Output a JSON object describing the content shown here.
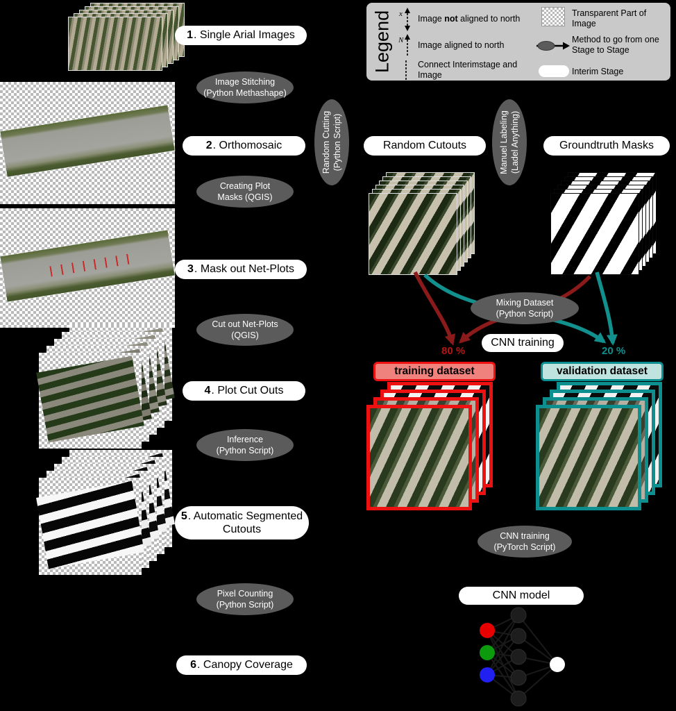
{
  "stages": [
    {
      "num": "1",
      "sep": ". ",
      "title": "Single Arial Images"
    },
    {
      "num": "2",
      "sep": ". ",
      "title": "Orthomosaic"
    },
    {
      "num": "3",
      "sep": ". ",
      "title": "Mask out Net-Plots"
    },
    {
      "num": "4",
      "sep": ". ",
      "title": "Plot Cut Outs"
    },
    {
      "num": "5",
      "sep": ". ",
      "title": "Automatic Segmented Cutouts"
    },
    {
      "num": "6",
      "sep": ". ",
      "title": "Canopy Coverage"
    }
  ],
  "methods": {
    "image_stitching": {
      "line1": "Image Stitching",
      "line2": "(Python Methashape)"
    },
    "creating_plot_masks": {
      "line1": "Creating Plot",
      "line2": "Masks (QGIS)"
    },
    "cut_out_net_plots": {
      "line1": "Cut out Net-Plots",
      "line2": "(QGIS)"
    },
    "inference": {
      "line1": "Inference",
      "line2": "(Python Script)"
    },
    "pixel_counting": {
      "line1": "Pixel Counting",
      "line2": "(Python Script)"
    },
    "random_cutting": {
      "line1": "Random Cutting",
      "line2": "(Python Script)"
    },
    "manuel_labeling": {
      "line1": "Manuel Labeling",
      "line2": "(Ladel Anything)"
    },
    "mixing_dataset": {
      "line1": "Mixing Dataset",
      "line2": "(Python Script)"
    },
    "cnn_training_method": {
      "line1": "CNN training",
      "line2": "(PyTorch Script)"
    }
  },
  "interim": {
    "random_cutouts": "Random Cutouts",
    "groundtruth_masks": "Groundtruth Masks",
    "cnn_training": "CNN training",
    "cnn_model": "CNN model"
  },
  "datasets": {
    "training_label": "training dataset",
    "validation_label": "validation dataset",
    "training_pct": "80 %",
    "validation_pct": "20 %"
  },
  "legend": {
    "title": "Legend",
    "compass_x": "x",
    "compass_n": "N",
    "items": [
      {
        "pre": "Image ",
        "bold": "not",
        "post": " aligned to north"
      },
      {
        "label": "Image aligned to north"
      },
      {
        "label": "Connect Interimstage and Image"
      },
      {
        "label": "Transparent Part of Image"
      },
      {
        "label": "Method to go from one Stage to Stage"
      },
      {
        "label": "Interim Stage"
      }
    ]
  },
  "colors": {
    "red_arrow": "#8b1a1a",
    "teal_arrow": "#12908e",
    "training_fill": "#f0827d",
    "training_border": "#ee1111",
    "validation_fill": "#bfe3df",
    "validation_border": "#0e8f8f",
    "pct_red": "#b51414",
    "pct_teal": "#0e8f8f",
    "method_gray": "#5b5b5b",
    "legend_bg": "#c9c9c9"
  }
}
